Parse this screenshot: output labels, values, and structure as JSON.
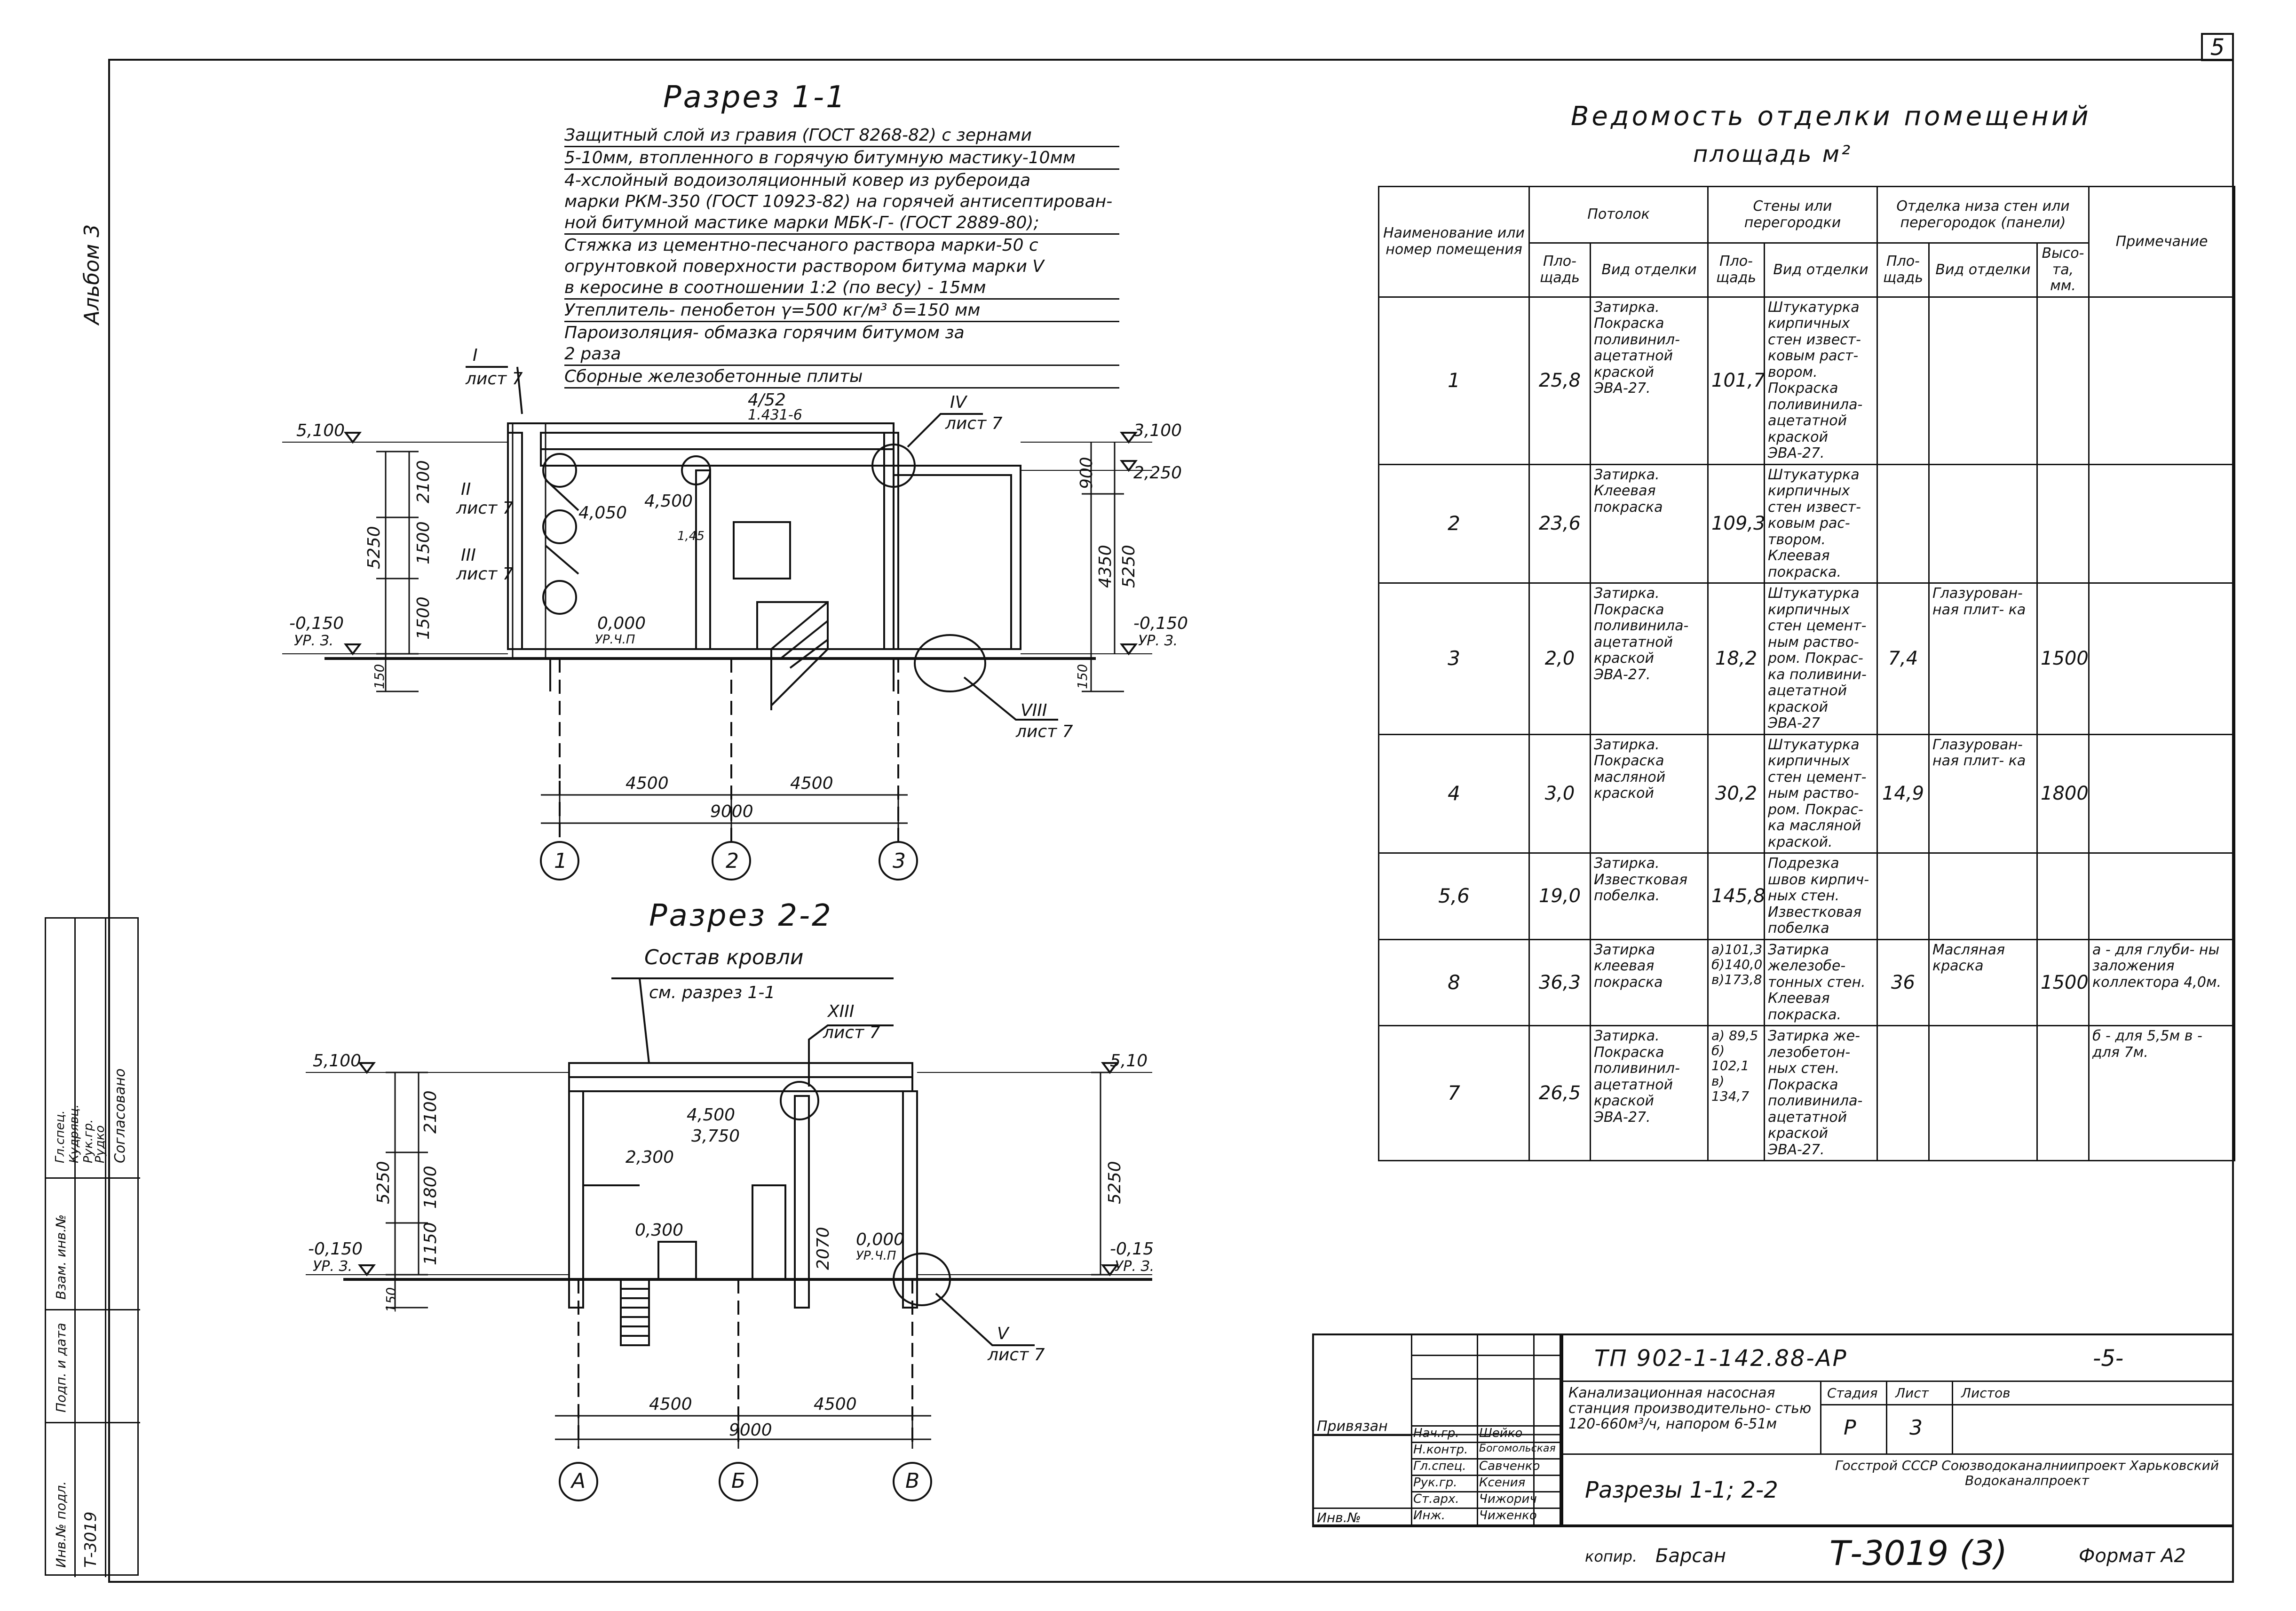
{
  "sheet_number": "5",
  "album_label": "Альбом 3",
  "section_1": {
    "title": "Разрез 1-1",
    "spec_lines": [
      "Защитный слой из гравия (ГОСТ 8268-82) с зернами",
      "5-10мм, втопленного в горячую битумную мастику-10мм",
      "4-хслойный водоизоляционный ковер из рубероида",
      "марки РКМ-350 (ГОСТ 10923-82) на горячей антисептирован-",
      "ной битумной мастике марки МБК-Г- (ГОСТ 2889-80);",
      "Стяжка из цементно-песчаного раствора марки-50 с",
      "огрунтовкой поверхности раствором битума марки V",
      "в керосине в соотношении 1:2 (по весу) - 15мм",
      "Утеплитель- пенобетон γ=500 кг/м³ δ=150 мм",
      "Пароизоляция- обмазка горячим битумом за",
      "2 раза",
      "Сборные железобетонные плиты"
    ],
    "callouts": {
      "c1": "I",
      "c1_sheet": "лист 7",
      "c2": "II",
      "c2_sheet": "лист 7",
      "c3": "III",
      "c3_sheet": "лист 7",
      "c4": "IV",
      "c4_sheet": "лист 7",
      "c5": "VIII",
      "c5_sheet": "лист 7"
    },
    "beam": "4/52",
    "beam_note": "1.431-6",
    "levels": {
      "top_left": "5,100",
      "top_right": "3,100",
      "right_2": "2,250",
      "bottom_left": "-0,150",
      "bottom_right": "-0,150",
      "ur_left": "УР. З.",
      "ur_right": "УР. З.",
      "inner_1": "0,000",
      "inner_1_note": "УР.Ч.П",
      "inner_2": "4,050",
      "inner_3": "4,500",
      "inner_4": "1,45"
    },
    "dims_left": [
      "2100",
      "1500",
      "1500",
      "5250"
    ],
    "dims_right": [
      "900",
      "4350",
      "5250"
    ],
    "dims_small": [
      "150",
      "150"
    ],
    "spans": [
      "4500",
      "4500"
    ],
    "total": "9000",
    "axes": [
      "1",
      "2",
      "3"
    ]
  },
  "section_2": {
    "title": "Разрез 2-2",
    "roof_label": "Состав кровли",
    "roof_ref": "см. разрез 1-1",
    "callouts": {
      "c1": "XIII",
      "c1_sheet": "лист 7",
      "c2": "V",
      "c2_sheet": "лист 7"
    },
    "levels": {
      "top_left": "5,100",
      "top_right": "5,10",
      "bottom_left": "-0,150",
      "bottom_right": "-0,15",
      "ur_left": "УР. З.",
      "ur_right": "УР. З.",
      "l1": "4,500",
      "l2": "3,750",
      "l3": "2,300",
      "l4": "0,300",
      "l5": "0,000",
      "l5_note": "УР.Ч.П"
    },
    "dims_left": [
      "2100",
      "1800",
      "1150",
      "5250"
    ],
    "dims_right": [
      "5250"
    ],
    "dims_inner": "2070",
    "dims_small": [
      "150"
    ],
    "spans": [
      "4500",
      "4500"
    ],
    "total": "9000",
    "axes": [
      "А",
      "Б",
      "В"
    ]
  },
  "table": {
    "title": "Ведомость отделки помещений",
    "subtitle": "площадь м²",
    "headers": {
      "room": "Наименование или номер помещения",
      "ceiling": "Потолок",
      "walls": "Стены или перегородки",
      "lower": "Отделка низа стен или перегородок (панели)",
      "notes": "Примечание",
      "area": "Пло- щадь",
      "type": "Вид отделки",
      "height": "Высо- та, мм."
    },
    "rows": [
      {
        "room": "1",
        "c_area": "25,8",
        "c_type": "Затирка. Покраска поливинил- ацетатной краской ЭВА-27.",
        "w_area": "101,7",
        "w_type": "Штукатурка кирпичных стен извест- ковым раст- вором. Покраска поливинила- ацетатной краской ЭВА-27.",
        "l_area": "",
        "l_type": "",
        "l_height": "",
        "note": ""
      },
      {
        "room": "2",
        "c_area": "23,6",
        "c_type": "Затирка. Клеевая покраска",
        "w_area": "109,3",
        "w_type": "Штукатурка кирпичных стен извест- ковым рас- твором. Клеевая покраска.",
        "l_area": "",
        "l_type": "",
        "l_height": "",
        "note": ""
      },
      {
        "room": "3",
        "c_area": "2,0",
        "c_type": "Затирка. Покраска поливинила- ацетатной краской ЭВА-27.",
        "w_area": "18,2",
        "w_type": "Штукатурка кирпичных стен цемент- ным раство- ром. Покрас- ка поливини- ацетатной краской ЭВА-27",
        "l_area": "7,4",
        "l_type": "Глазурован- ная плит- ка",
        "l_height": "1500",
        "note": ""
      },
      {
        "room": "4",
        "c_area": "3,0",
        "c_type": "Затирка. Покраска масляной краской",
        "w_area": "30,2",
        "w_type": "Штукатурка кирпичных стен цемент- ным раство- ром. Покрас- ка масляной краской.",
        "l_area": "14,9",
        "l_type": "Глазурован- ная плит- ка",
        "l_height": "1800",
        "note": ""
      },
      {
        "room": "5,6",
        "c_area": "19,0",
        "c_type": "Затирка. Известковая побелка.",
        "w_area": "145,8",
        "w_type": "Подрезка швов кирпич- ных стен. Известковая побелка",
        "l_area": "",
        "l_type": "",
        "l_height": "",
        "note": ""
      },
      {
        "room": "8",
        "c_area": "36,3",
        "c_type": "Затирка клеевая покраска",
        "w_area": "а)101,3 б)140,0 в)173,8",
        "w_type": "Затирка железобе- тонных стен. Клеевая покраска.",
        "l_area": "36",
        "l_type": "Масляная краска",
        "l_height": "1500",
        "note": "а - для глуби- ны заложения коллектора 4,0м."
      },
      {
        "room": "7",
        "c_area": "26,5",
        "c_type": "Затирка. Покраска поливинил- ацетатной краской ЭВА-27.",
        "w_area": "а) 89,5 б) 102,1 в) 134,7",
        "w_type": "Затирка же- лезобетон- ных стен. Покраска поливинила- ацетатной краской ЭВА-27.",
        "l_area": "",
        "l_type": "",
        "l_height": "",
        "note": "б - для 5,5м в - для 7м."
      }
    ]
  },
  "stamp": {
    "code": "ТП 902-1-142.88-АР",
    "sheet_mark": "-5-",
    "binding": "Привязан",
    "inv": "Инв.№",
    "roles": [
      "Нач.гр.",
      "Н.контр.",
      "Гл.спец.",
      "Рук.гр.",
      "Ст.арх.",
      "Инж."
    ],
    "names": [
      "Шейко",
      "Богомольская",
      "Савченко",
      "Ксения",
      "Чижорич",
      "Чиженко"
    ],
    "project": "Канализационная насосная станция производительно- стью 120-660м³/ч, напором 6-51м",
    "sheet_title": "Разрезы 1-1; 2-2",
    "stage_label": "Стадия",
    "sheet_label": "Лист",
    "sheets_label": "Листов",
    "stage": "Р",
    "sheet": "3",
    "org": "Госстрой СССР Союзводоканалниипроект Харьковский Водоканалпроект",
    "copied": "копир.",
    "copier": "Барсан",
    "archive": "Т-3019 (3)",
    "format": "Формат А2"
  },
  "left_strip": {
    "inv_label": "Инв.№ подл.",
    "inv_value": "Т-3019",
    "sign_label": "Подп. и дата",
    "replace_label": "Взам. инв.№",
    "agreed_label": "Согласовано",
    "names": [
      "Гл.спец.",
      "Кудрявц.",
      "Рук.гр.",
      "Рудко"
    ]
  }
}
